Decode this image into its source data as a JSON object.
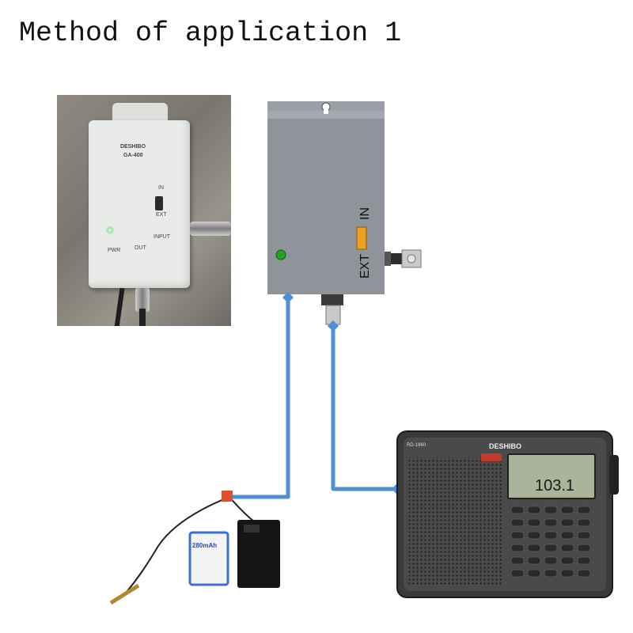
{
  "title": "Method of application 1",
  "photo": {
    "brand": "DESHIBO",
    "model": "GA-400",
    "switch_in": "IN",
    "switch_ext": "EXT",
    "pwr": "PWR",
    "out": "OUT",
    "input": "INPUT"
  },
  "device": {
    "switch_in": "IN",
    "switch_ext": "EXT",
    "led_color": "#1fa51f",
    "switch_color": "#f0a020",
    "body_color": "#8e949a"
  },
  "battery": {
    "capacity": "280mAh"
  },
  "radio": {
    "brand": "DESHIBO",
    "model": "RD-1960",
    "display_value": "103.1"
  },
  "wire_color": "#4f8fd6"
}
